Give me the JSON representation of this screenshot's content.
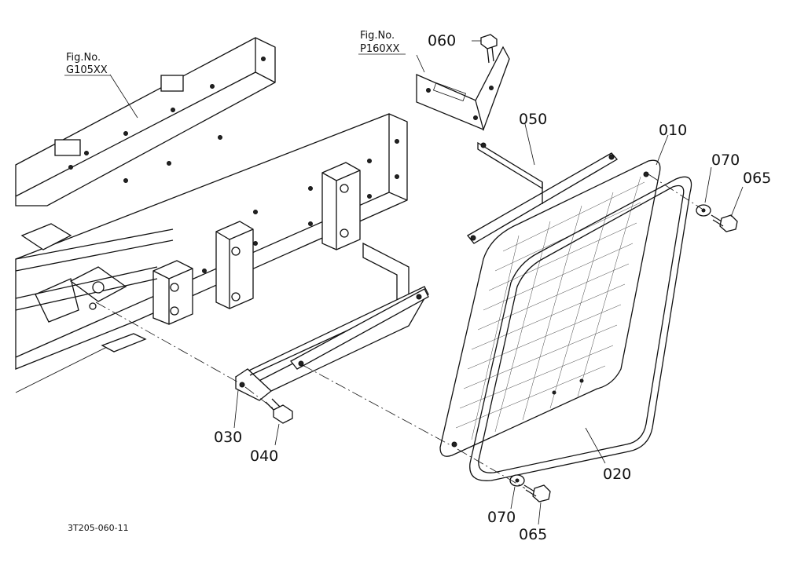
{
  "figure_refs": [
    {
      "label": "Fig.No.",
      "number": "G105XX"
    },
    {
      "label": "Fig.No.",
      "number": "P160XX"
    }
  ],
  "part_labels": {
    "p010": "010",
    "p020": "020",
    "p030": "030",
    "p040": "040",
    "p050": "050",
    "p060": "060",
    "p065a": "065",
    "p065b": "065",
    "p070a": "070",
    "p070b": "070"
  },
  "drawing_code": "3T205-060-11"
}
